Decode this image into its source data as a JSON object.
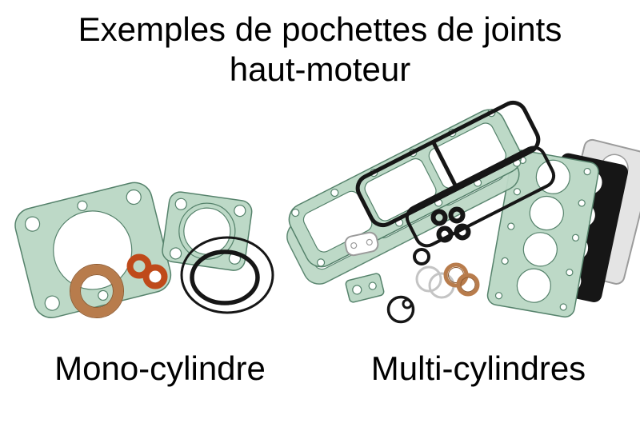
{
  "header": {
    "title_line1": "Exemples de pochettes de joints",
    "title_line2": "haut-moteur"
  },
  "captions": {
    "mono": "Mono-cylindre",
    "multi": "Multi-cylindres"
  },
  "colors": {
    "background": "#ffffff",
    "text": "#000000",
    "gasket_green": "#bdd9c7",
    "gasket_green_stroke": "#55826b",
    "gasket_hole": "#ffffff",
    "copper": "#b87c4c",
    "copper_dark": "#8f5a2f",
    "red_orange": "#bf4a1a",
    "black_part": "#161616",
    "grey_light": "#e4e4e4",
    "grey_stroke": "#9b9b9b",
    "shim_grey": "#c4c4c4"
  }
}
